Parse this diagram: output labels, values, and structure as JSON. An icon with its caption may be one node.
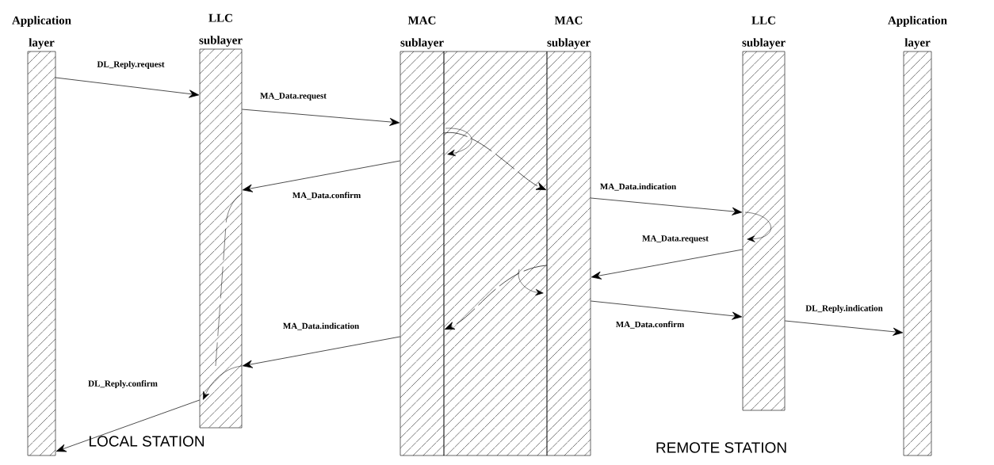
{
  "diagram": {
    "nodes": [
      {
        "text": [
          "Application layer"
        ]
      },
      {
        "text": [
          "LLC sublayer"
        ]
      },
      {
        "text": [
          "MAC sublayer"
        ]
      },
      {
        "text": [
          "MAC sublayer"
        ]
      },
      {
        "text": [
          "LLC sublayer"
        ]
      },
      {
        "text": [
          "Application layer"
        ]
      }
    ],
    "edges": [
      {
        "from": 0,
        "to": 1,
        "arrow": "to",
        "label": "DL_Reply.request"
      },
      {
        "from": 1,
        "to": 2,
        "arrow": "to",
        "label": "MA_Data.request"
      },
      {
        "from": 2,
        "to": 1,
        "arrow": "to",
        "label": "MA_Data.confirm"
      },
      {
        "from": 3,
        "to": 4,
        "arrow": "to",
        "label": "MA_Data.indication"
      },
      {
        "from": 4,
        "to": 3,
        "arrow": "to",
        "label": "MA_Data.request"
      },
      {
        "from": 3,
        "to": 4,
        "arrow": "to",
        "label": "MA_Data.confirm"
      },
      {
        "from": 4,
        "to": 5,
        "arrow": "to",
        "label": "DL_Reply.indication"
      },
      {
        "from": 2,
        "to": 1,
        "arrow": "to",
        "label": "MA_Data.indication"
      },
      {
        "from": 1,
        "to": 0,
        "arrow": "to",
        "label": "DL_Reply.confirm"
      },
      {
        "from": 2,
        "to": 3,
        "arrow": "to",
        "style": "dashed"
      },
      {
        "from": 3,
        "to": 2,
        "arrow": "to",
        "style": "dashed"
      }
    ],
    "labels": [
      "LOCAL STATION",
      "REMOTE STATION"
    ]
  }
}
